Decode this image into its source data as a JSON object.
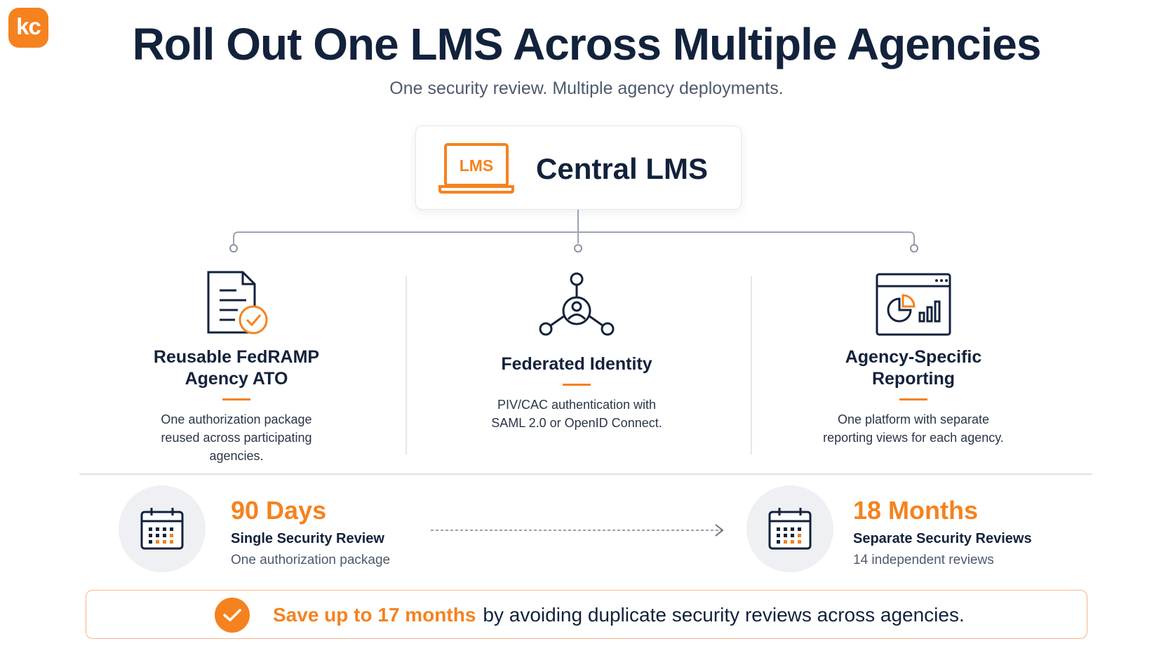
{
  "logo": {
    "text": "kc"
  },
  "header": {
    "title": "Roll Out One LMS Across Multiple Agencies",
    "subtitle": "One security review. Multiple agency deployments."
  },
  "hub": {
    "icon_text": "LMS",
    "label": "Central LMS"
  },
  "columns": [
    {
      "icon": "document-check-icon",
      "title": "Reusable FedRAMP\nAgency ATO",
      "description": "One authorization package\nreused across participating\nagencies."
    },
    {
      "icon": "federated-network-icon",
      "title": "Federated Identity",
      "description": "PIV/CAC authentication with\nSAML 2.0 or OpenID Connect."
    },
    {
      "icon": "reporting-dashboard-icon",
      "title": "Agency-Specific\nReporting",
      "description": "One platform with separate\nreporting views for each agency."
    }
  ],
  "comparison": {
    "left": {
      "icon": "calendar-icon",
      "value": "90 Days",
      "label": "Single Security Review",
      "detail": "One authorization package"
    },
    "right": {
      "icon": "calendar-icon",
      "value": "18 Months",
      "label": "Separate Security Reviews",
      "detail": "14 independent reviews"
    }
  },
  "banner": {
    "icon": "check-icon",
    "highlight": "Save up to 17 months",
    "text": "by avoiding duplicate security reviews across agencies."
  },
  "colors": {
    "accent": "#f5821f",
    "navy": "#13223c",
    "muted": "#4d5a6e"
  }
}
